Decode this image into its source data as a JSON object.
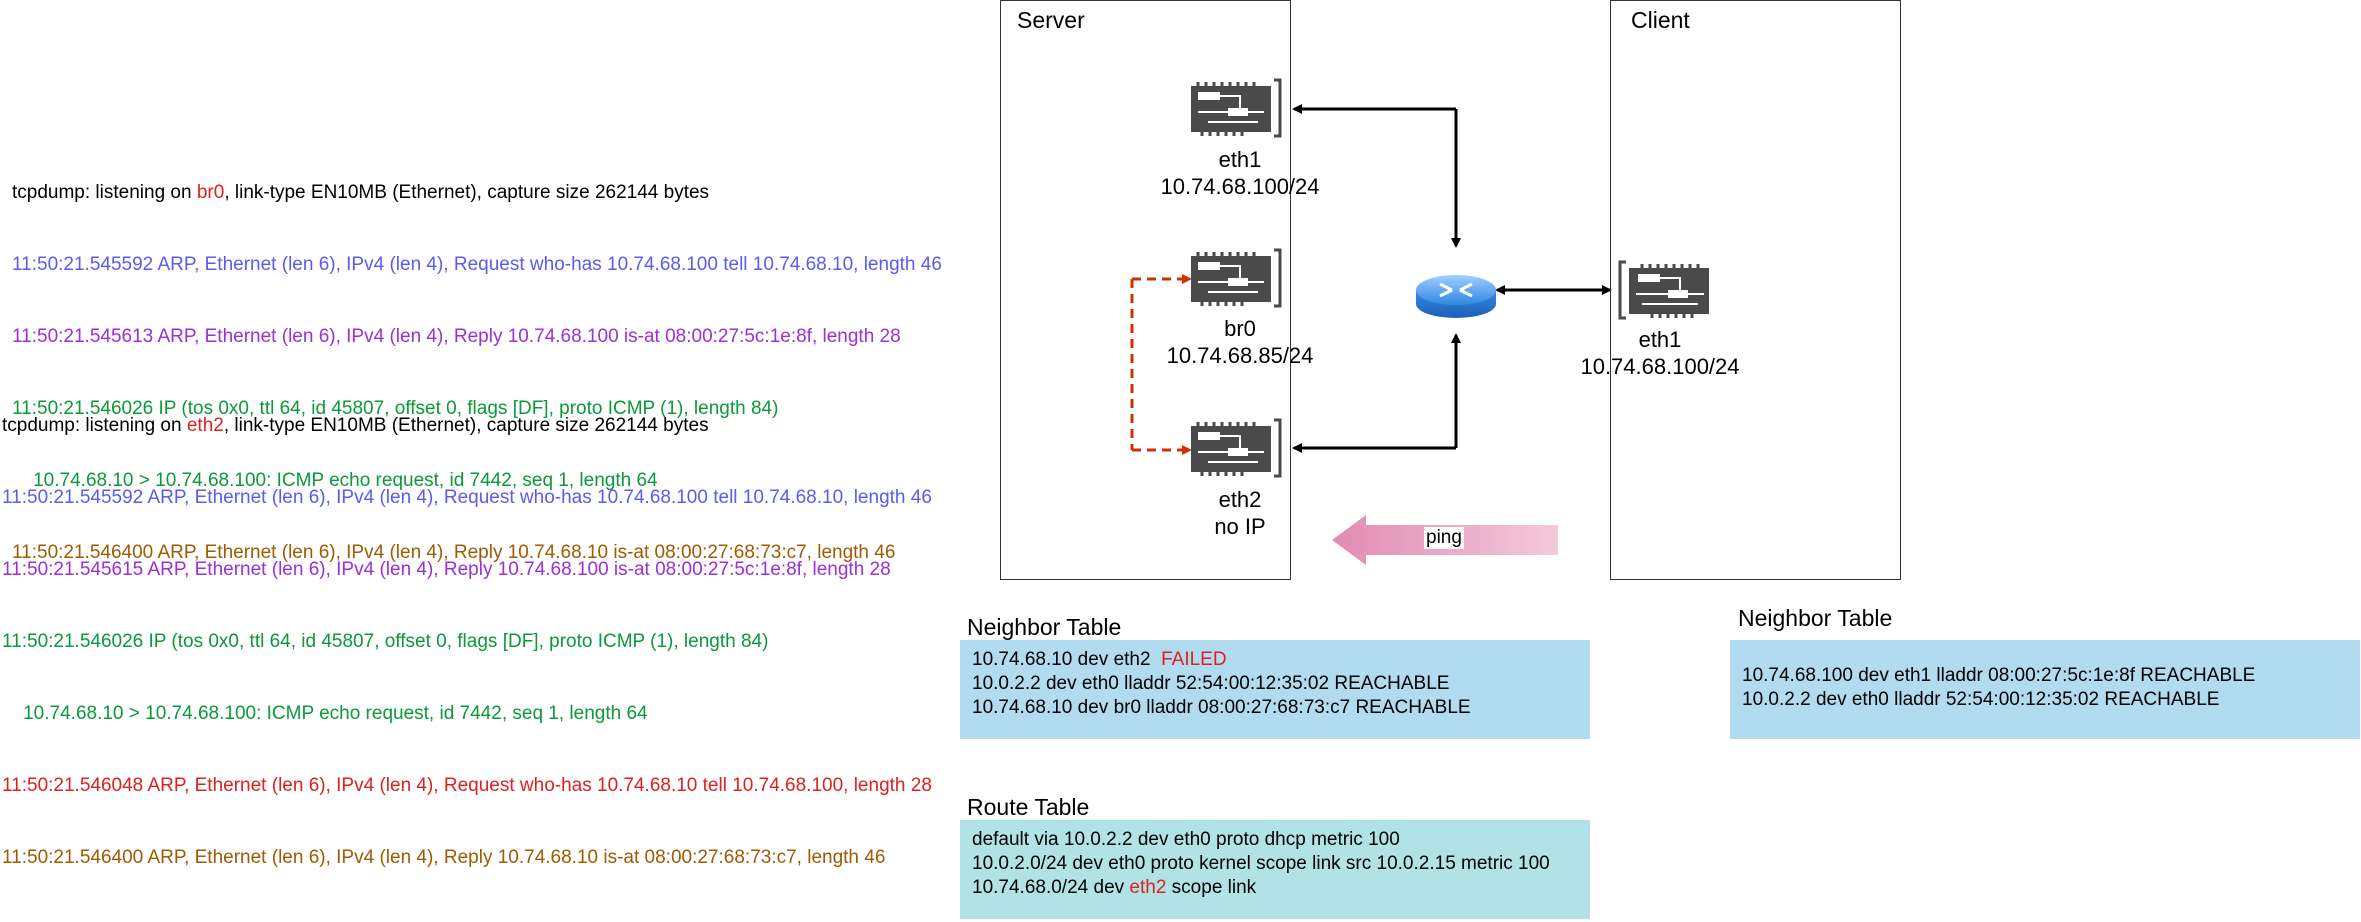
{
  "colors": {
    "blue": "#5b5bf0",
    "purple": "#9b2fd9",
    "green": "#0a9a3a",
    "red": "#e02020",
    "brown": "#a05a00",
    "neighbor_bg": "#b1dbee",
    "route_bg": "#b0e2e6",
    "nic": "#4a4a4a",
    "dashed_arrow": "#cc3300",
    "ping_arrow": "#e8a4c0"
  },
  "icons": {
    "nic": "network-card-icon",
    "router": "router-icon",
    "ping": "left-arrow-icon"
  },
  "log_br0": {
    "header_pre": "tcpdump: listening on ",
    "header_iface": "br0",
    "header_post": ", link-type EN10MB (Ethernet), capture size 262144 bytes",
    "lines": [
      {
        "text": "11:50:21.545592 ARP, Ethernet (len 6), IPv4 (len 4), Request who-has 10.74.68.100 tell 10.74.68.10, length 46",
        "color": "#5b5bf0"
      },
      {
        "text": "11:50:21.545613 ARP, Ethernet (len 6), IPv4 (len 4), Reply 10.74.68.100 is-at 08:00:27:5c:1e:8f, length 28",
        "color": "#9b2fd9"
      },
      {
        "text": "11:50:21.546026 IP (tos 0x0, ttl 64, id 45807, offset 0, flags [DF], proto ICMP (1), length 84)",
        "color": "#0a9a3a"
      },
      {
        "text": "    10.74.68.10 > 10.74.68.100: ICMP echo request, id 7442, seq 1, length 64",
        "color": "#0a9a3a"
      },
      {
        "text": "11:50:21.546400 ARP, Ethernet (len 6), IPv4 (len 4), Reply 10.74.68.10 is-at 08:00:27:68:73:c7, length 46",
        "color": "#a05a00"
      }
    ]
  },
  "log_eth2": {
    "header_pre": "tcpdump: listening on ",
    "header_iface": "eth2",
    "header_post": ", link-type EN10MB (Ethernet), capture size 262144 bytes",
    "lines": [
      {
        "text": "11:50:21.545592 ARP, Ethernet (len 6), IPv4 (len 4), Request who-has 10.74.68.100 tell 10.74.68.10, length 46",
        "color": "#5b5bf0"
      },
      {
        "text": "11:50:21.545615 ARP, Ethernet (len 6), IPv4 (len 4), Reply 10.74.68.100 is-at 08:00:27:5c:1e:8f, length 28",
        "color": "#9b2fd9"
      },
      {
        "text": "11:50:21.546026 IP (tos 0x0, ttl 64, id 45807, offset 0, flags [DF], proto ICMP (1), length 84)",
        "color": "#0a9a3a"
      },
      {
        "text": "    10.74.68.10 > 10.74.68.100: ICMP echo request, id 7442, seq 1, length 64",
        "color": "#0a9a3a"
      },
      {
        "text": "11:50:21.546048 ARP, Ethernet (len 6), IPv4 (len 4), Request who-has 10.74.68.10 tell 10.74.68.100, length 28",
        "color": "#e02020"
      },
      {
        "text": "11:50:21.546400 ARP, Ethernet (len 6), IPv4 (len 4), Reply 10.74.68.10 is-at 08:00:27:68:73:c7, length 46",
        "color": "#a05a00"
      }
    ]
  },
  "server": {
    "title": "Server",
    "eth1": {
      "name": "eth1",
      "ip": "10.74.68.100/24"
    },
    "br0": {
      "name": "br0",
      "ip": "10.74.68.85/24"
    },
    "eth2": {
      "name": "eth2",
      "ip": "no IP"
    }
  },
  "client": {
    "title": "Client",
    "eth1": {
      "name": "eth1",
      "ip": "10.74.68.100/24"
    }
  },
  "ping_label": "ping",
  "server_neighbor": {
    "title": "Neighbor Table",
    "row1_text": "10.74.68.10 dev eth2  ",
    "row1_status": "FAILED",
    "row2": "10.0.2.2 dev eth0 lladdr 52:54:00:12:35:02 REACHABLE",
    "row3": "10.74.68.10 dev br0 lladdr 08:00:27:68:73:c7 REACHABLE"
  },
  "client_neighbor": {
    "title": "Neighbor Table",
    "row1": "10.74.68.100 dev eth1 lladdr 08:00:27:5c:1e:8f REACHABLE",
    "row2": "10.0.2.2 dev eth0 lladdr 52:54:00:12:35:02 REACHABLE"
  },
  "route": {
    "title": "Route Table",
    "row1": "default via 10.0.2.2 dev eth0 proto dhcp metric 100",
    "row2": "10.0.2.0/24 dev eth0 proto kernel scope link src 10.0.2.15 metric 100",
    "row3_pre": "10.74.68.0/24 dev ",
    "row3_iface": "eth2",
    "row3_post": " scope link"
  }
}
